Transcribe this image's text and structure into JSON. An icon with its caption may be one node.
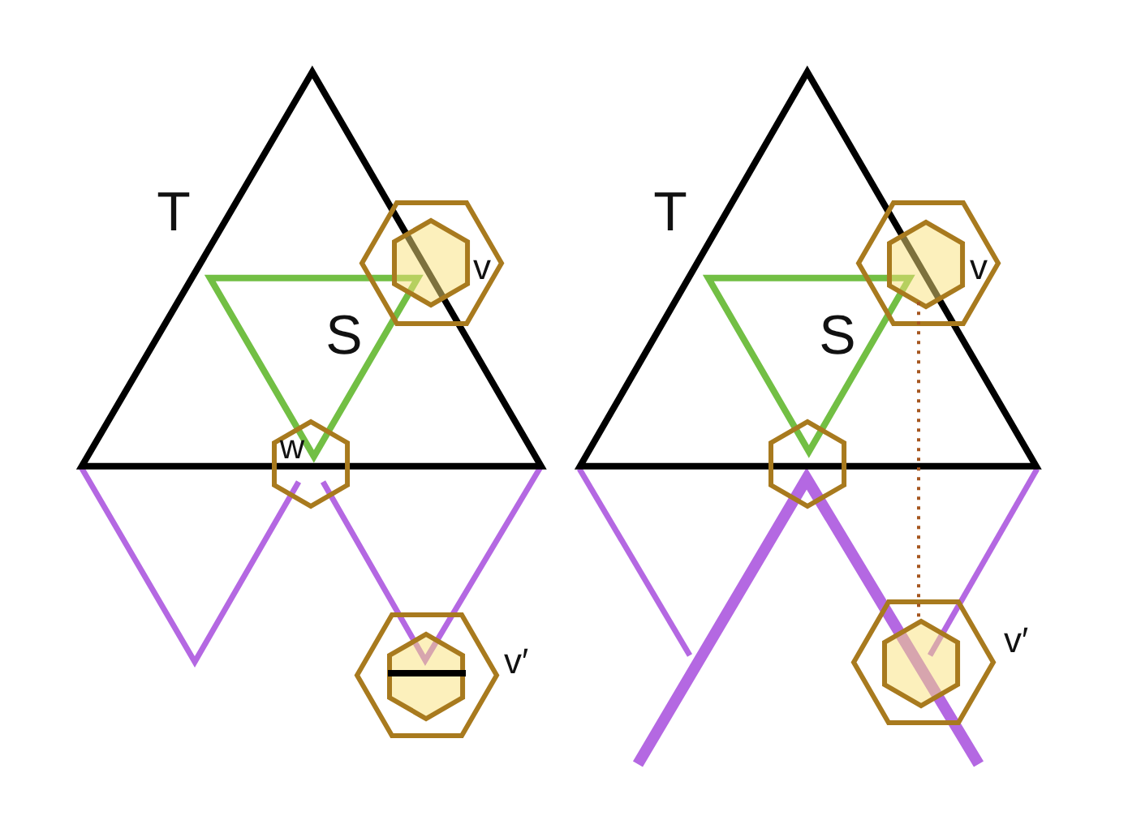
{
  "diagram": {
    "nodes": [
      {
        "text": [
          "T"
        ]
      },
      {
        "text": [
          "S"
        ],
        "in": 0
      },
      {
        "text": [
          "v"
        ]
      },
      {
        "text": [],
        "shape": "hexagon",
        "in": 2
      },
      {
        "text": [
          "w"
        ]
      },
      {
        "text": [],
        "shape": "hexagon",
        "beside": [
          "v′"
        ]
      },
      {
        "text": [],
        "shape": "hexagon",
        "in": 5
      },
      {
        "text": [
          "T"
        ]
      },
      {
        "text": [
          "S"
        ],
        "in": 7
      },
      {
        "text": [
          "v"
        ]
      },
      {
        "text": [],
        "shape": "hexagon",
        "in": 9
      },
      {
        "text": [],
        "shape": "hexagon"
      },
      {
        "text": [],
        "shape": "hexagon",
        "beside": [
          "v′"
        ]
      },
      {
        "text": [],
        "shape": "hexagon",
        "in": 12
      }
    ],
    "edges": [
      {
        "from": 10,
        "to": 13,
        "arrow": "none",
        "style": "dashed",
        "color": "#a5561f"
      }
    ]
  }
}
